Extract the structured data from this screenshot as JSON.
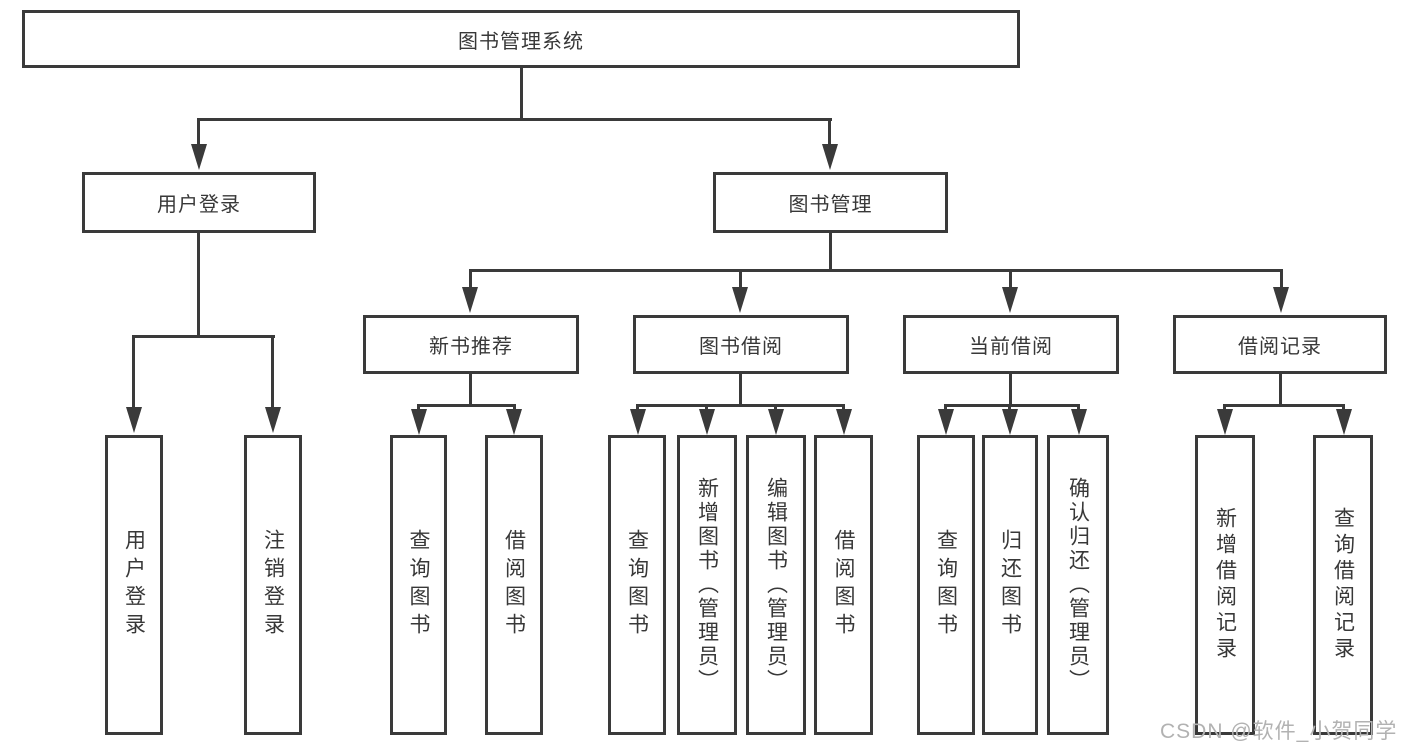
{
  "diagram_title": "图书管理系统",
  "nodes": {
    "root": "图书管理系统",
    "user_login_branch": "用户登录",
    "book_mgmt_branch": "图书管理",
    "new_book_rec": "新书推荐",
    "book_borrow": "图书借阅",
    "current_borrow": "当前借阅",
    "borrow_records": "借阅记录",
    "leaf_user_login": "用户登录",
    "leaf_logout": "注销登录",
    "leaf_nbr_query_books": "查询图书",
    "leaf_nbr_borrow_books": "借阅图书",
    "leaf_bb_query_books": "查询图书",
    "leaf_bb_add_books": "新增图书（管理员）",
    "leaf_bb_edit_books": "编辑图书（管理员）",
    "leaf_bb_borrow_books": "借阅图书",
    "leaf_cb_query_books": "查询图书",
    "leaf_cb_return_books": "归还图书",
    "leaf_cb_confirm_return": "确认归还（管理员）",
    "leaf_br_add_record": "新增借阅记录",
    "leaf_br_query_record": "查询借阅记录"
  },
  "colors": {
    "line": "#3a3a3a",
    "text": "#383838",
    "watermark": "#b2b2b2",
    "background": "#ffffff"
  },
  "watermark": "CSDN @软件_小贺同学"
}
